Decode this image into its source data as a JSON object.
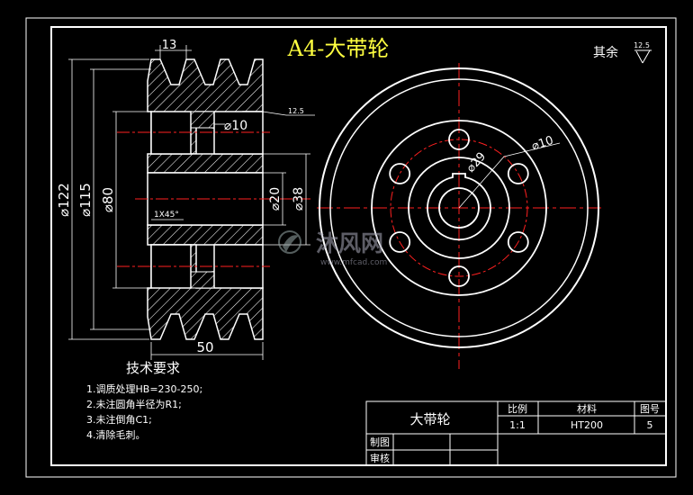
{
  "drawing": {
    "title": "A4-大带轮",
    "surface_note": "其余",
    "surface_roughness": "12.5",
    "colors": {
      "background": "#000000",
      "line": "#ffffff",
      "centerline": "#ff2020",
      "title": "#ffff40",
      "dimension": "#ffffff"
    }
  },
  "dimensions": {
    "d122": "⌀122",
    "d115": "⌀115",
    "d80": "⌀80",
    "d20": "⌀20",
    "d38": "⌀38",
    "d10_side": "⌀10",
    "d10_front": "⌀10",
    "d29": "⌀29",
    "width_50": "50",
    "groove_13": "13",
    "chamfer": "1X45°",
    "roughness_small": "12.5"
  },
  "watermark": {
    "brand": "沐风网",
    "url": "www.mfcad.com"
  },
  "technical_requirements": {
    "heading": "技术要求",
    "items": [
      "1.调质处理HB=230-250;",
      "2.未注圆角半径为R1;",
      "3.未注倒角C1;",
      "4.清除毛刺。"
    ]
  },
  "title_block": {
    "part_name": "大带轮",
    "scale_label": "比例",
    "scale_value": "1:1",
    "material_label": "材料",
    "material_value": "HT200",
    "drawing_no_label": "图号",
    "drawing_no_value": "5",
    "drawn_label": "制图",
    "checked_label": "审核"
  }
}
